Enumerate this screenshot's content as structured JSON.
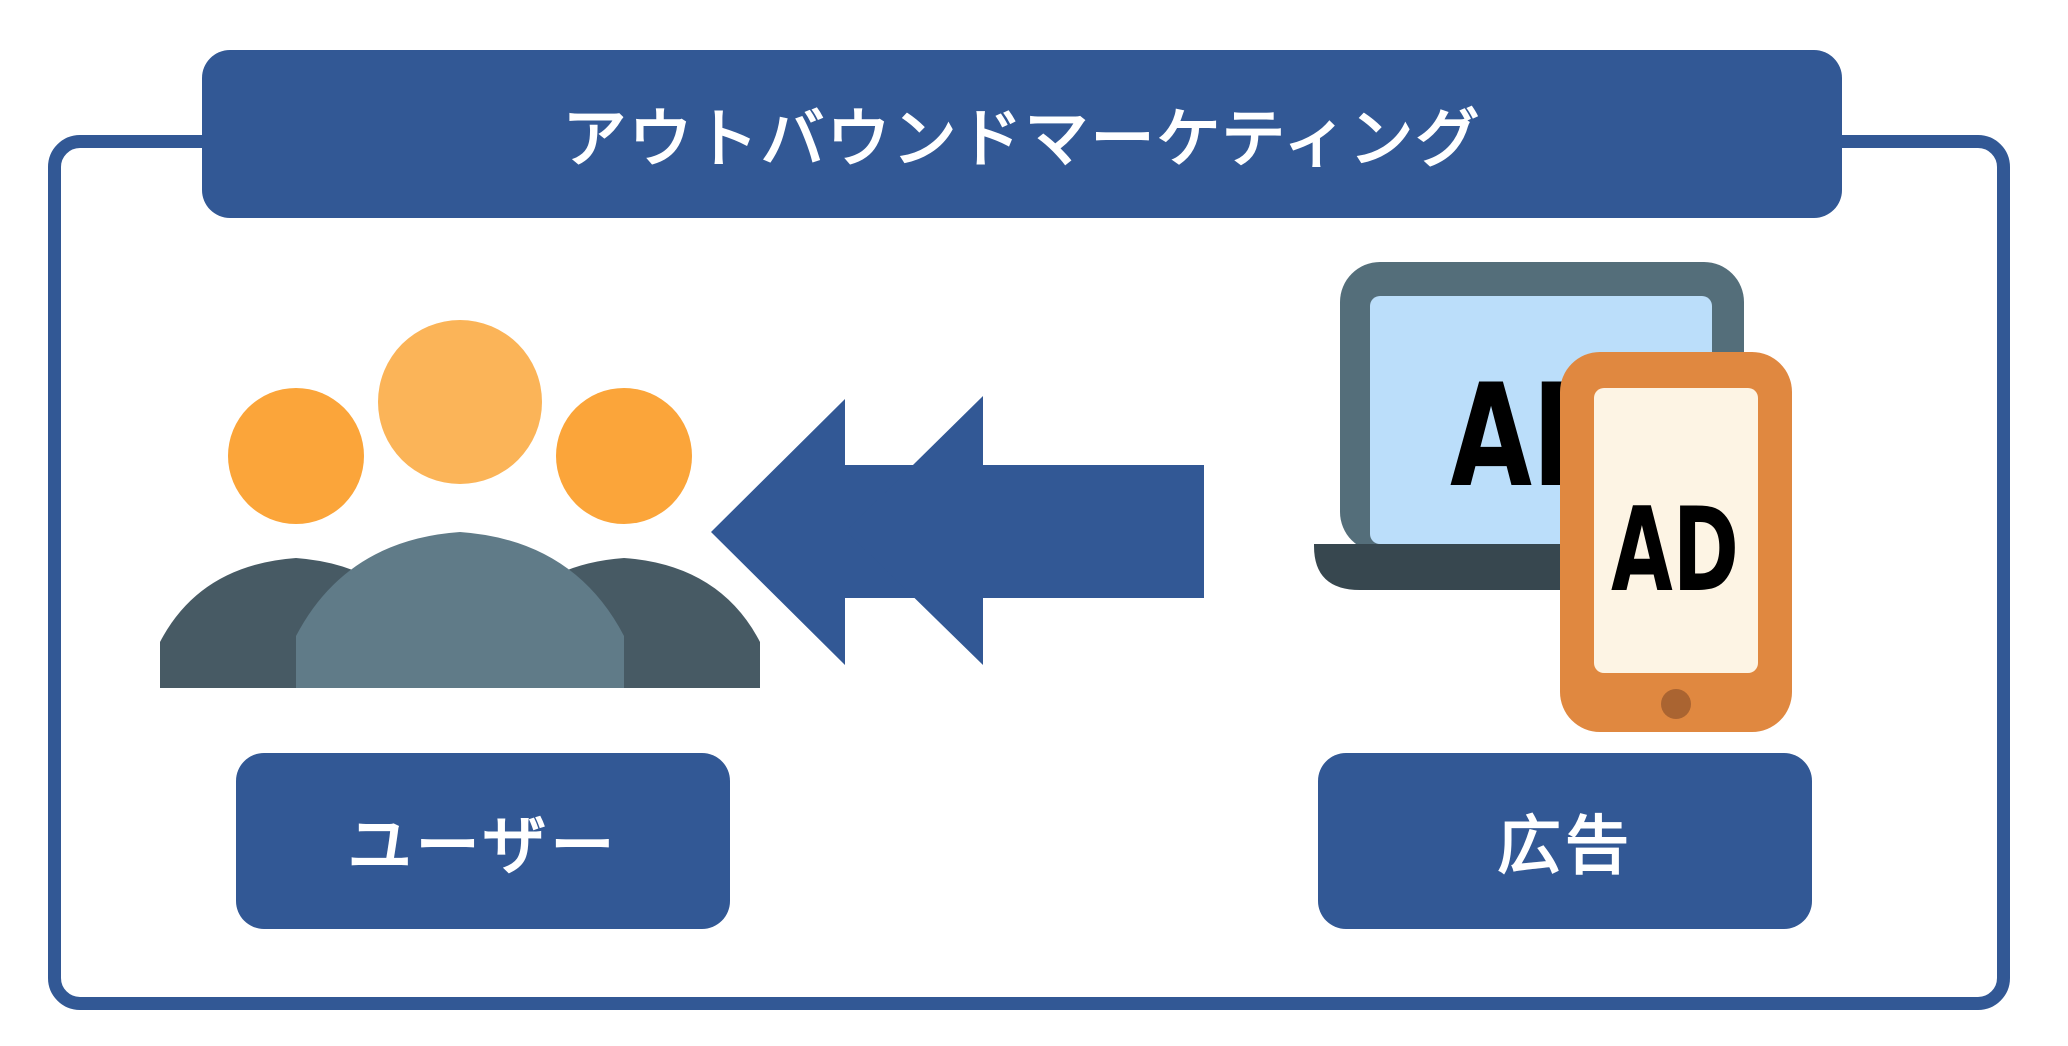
{
  "title": "アウトバウンドマーケティング",
  "left_label": "ユーザー",
  "right_label": "広告",
  "laptop_ad_text": "AD",
  "tablet_ad_text": "AD",
  "colors": {
    "primary_blue": "#325895",
    "user_orange": "#FBA53A",
    "user_orange_light": "#FBB458",
    "user_body_dark": "#475A64",
    "user_body_light": "#607B88",
    "laptop_frame": "#546E7A",
    "laptop_screen": "#BBDEFA",
    "laptop_base": "#37474F",
    "tablet_frame": "#E08840",
    "tablet_screen": "#FDF4E4",
    "tablet_button": "#AA6431"
  }
}
